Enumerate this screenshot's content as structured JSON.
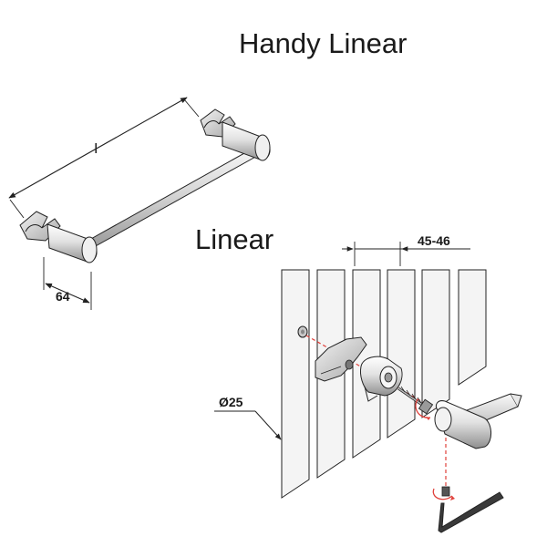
{
  "title": "Handy Linear",
  "subtitle": "Linear",
  "dimensions": {
    "length": "I",
    "projection": "64",
    "spacing": "45-46",
    "diameter": "Ø25"
  },
  "colors": {
    "line": "#222222",
    "red_dash": "#e0403a",
    "panel_fill": "#f4f4f4"
  },
  "icons": {
    "rotate_arrow": "rotate-arrow-icon"
  }
}
